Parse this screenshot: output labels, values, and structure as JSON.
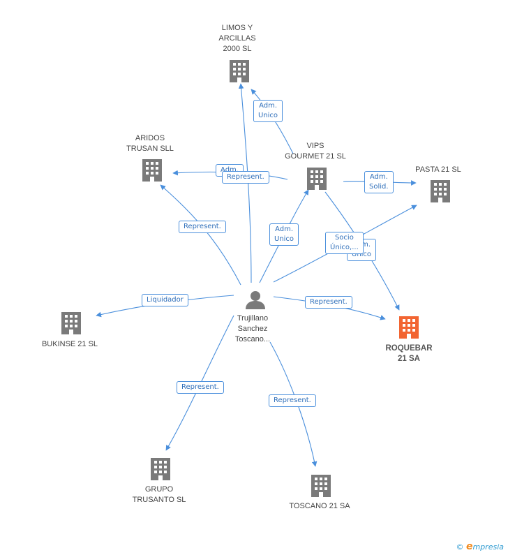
{
  "nodes": {
    "limos": "LIMOS Y\nARCILLAS\n2000  SL",
    "aridos": "ARIDOS\nTRUSAN SLL",
    "vips": "VIPS\nGOURMET 21 SL",
    "pasta": "PASTA 21 SL",
    "bukinse": "BUKINSE 21  SL",
    "roquebar": "ROQUEBAR\n21 SA",
    "person": "Trujillano\nSanchez\nToscano...",
    "grupo": "GRUPO\nTRUSANTO  SL",
    "toscano": "TOSCANO 21 SA"
  },
  "edge_labels": {
    "adm_unico_limos": "Adm.\nUnico",
    "represent_aridos_a": "Adm.",
    "represent_aridos_b": "Represent.",
    "represent_aridos_c": "Represent.",
    "adm_solid": "Adm.\nSolid.",
    "adm_unico_vips": "Adm.\nUnico",
    "socio_unico": "Socio\nÚnico,...",
    "adm_unico_roq": "Adm.\nUnico",
    "liquidador": "Liquidador",
    "represent_roquebar": "Represent.",
    "represent_grupo": "Represent.",
    "represent_toscano": "Represent."
  },
  "colors": {
    "edge": "#4a8fdc",
    "building": "#7a7a7a",
    "building_highlight": "#f26532",
    "person": "#7a7a7a"
  },
  "footer": {
    "copyright": "©",
    "brand_initial": "e",
    "brand_rest": "mpresia"
  }
}
